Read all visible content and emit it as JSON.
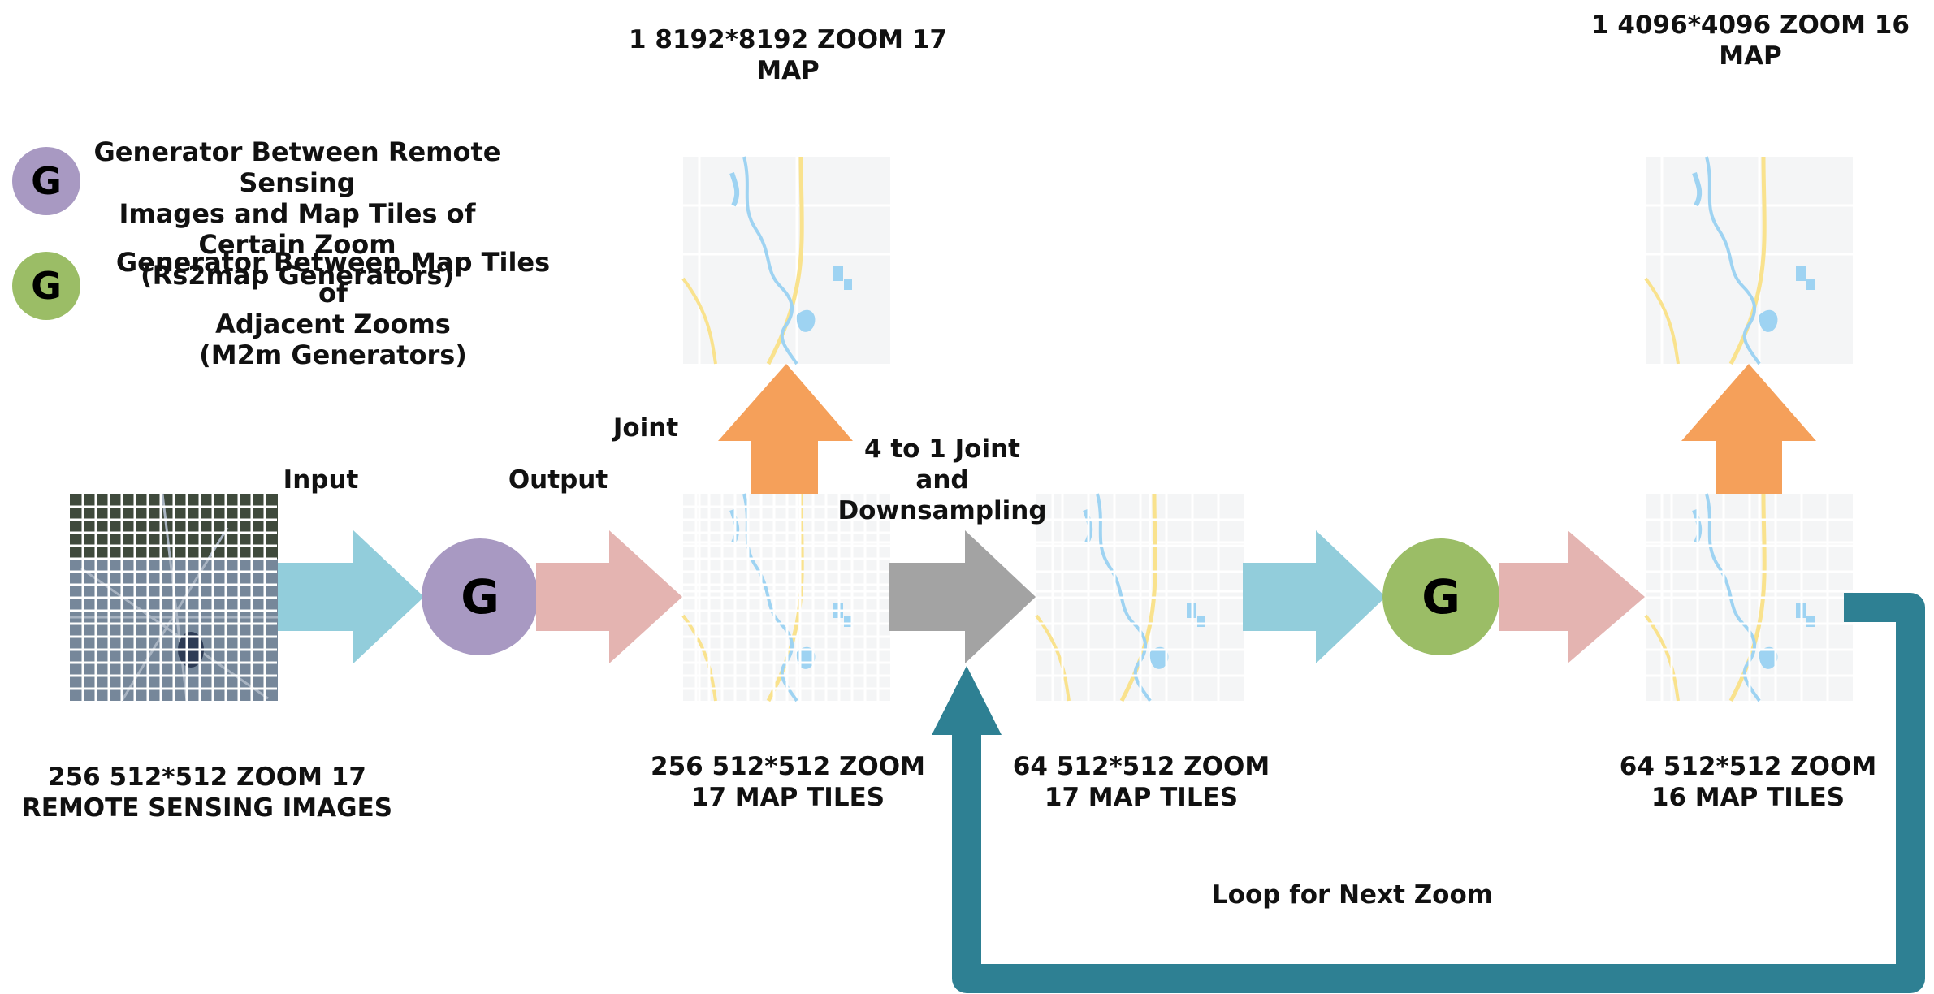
{
  "legend": {
    "rs2map": {
      "symbol": "G",
      "color": "#a899c2",
      "text": "Generator Between Remote Sensing\nImages and Map Tiles of Certain Zoom\n(Rs2map Generators)"
    },
    "m2m": {
      "symbol": "G",
      "color": "#9bbd66",
      "text": "Generator Between Map Tiles of\nAdjacent Zooms\n(M2m Generators)"
    }
  },
  "nodes": {
    "rs_images": "256 512*512 ZOOM 17\nREMOTE SENSING IMAGES",
    "map_tiles_256": "256 512*512 ZOOM\n17 MAP TILES",
    "map_tiles_64_z17": "64 512*512 ZOOM\n17 MAP TILES",
    "map_tiles_64_z16": "64 512*512 ZOOM\n16 MAP TILES",
    "big_map_z17": "1 8192*8192 ZOOM 17\nMAP",
    "big_map_z16": "1 4096*4096 ZOOM 16\nMAP"
  },
  "edges": {
    "input": "Input",
    "output": "Output",
    "joint": "Joint",
    "joint_downsampling": "4 to 1 Joint\nand\nDownsampling",
    "loop": "Loop for Next Zoom"
  },
  "generators": {
    "rs2map": "G",
    "m2m": "G"
  },
  "colors": {
    "input_arrow": "#92cddb",
    "output_arrow": "#e4b4b1",
    "joint_arrow": "#f5a05a",
    "downsample_arrow": "#a3a3a3",
    "loop_line": "#2e8093",
    "map_water": "#9ed3f2",
    "map_road": "#f9e28d",
    "map_bg": "#f4f5f6"
  }
}
